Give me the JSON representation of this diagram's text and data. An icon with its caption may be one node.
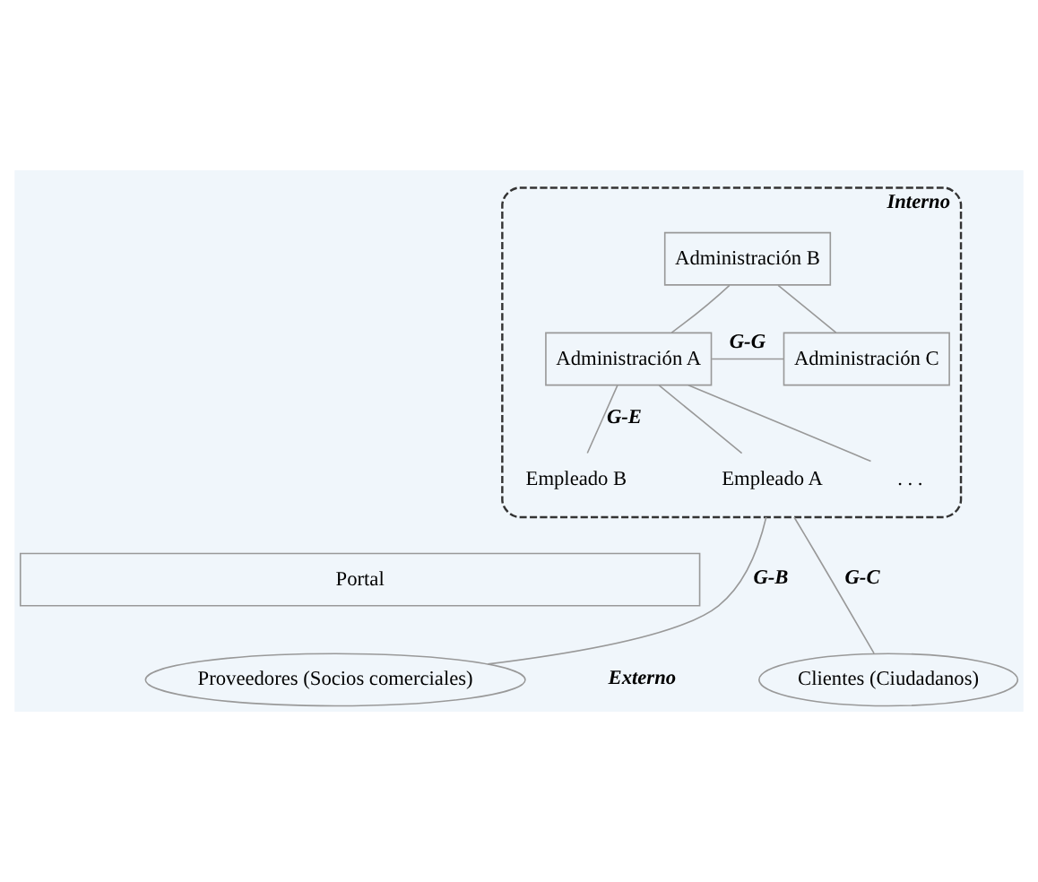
{
  "diagram": {
    "nodes": [
      {
        "text": [
          "Interno"
        ]
      },
      {
        "text": [
          "Administración B"
        ],
        "in": 0
      },
      {
        "text": [
          "Administración A"
        ],
        "in": 0
      },
      {
        "text": [
          "Administración C"
        ],
        "in": 0
      },
      {
        "text": [
          "Empleado A"
        ],
        "in": 0
      },
      {
        "text": [
          "Empleado B"
        ],
        "in": 0
      },
      {
        "text": [
          ". . ."
        ],
        "in": 0
      },
      {
        "text": [
          "Portal"
        ]
      },
      {
        "text": [
          "Proveedores (Socios comerciales)"
        ]
      },
      {
        "text": [
          "Clientes (Ciudadanos)"
        ]
      }
    ],
    "edges": [
      {
        "from": 2,
        "to": 1,
        "arrow": "none"
      },
      {
        "from": 1,
        "to": 3,
        "arrow": "none"
      },
      {
        "from": 2,
        "to": 3,
        "arrow": "none",
        "label": "G-G"
      },
      {
        "from": 2,
        "to": 4,
        "arrow": "none"
      },
      {
        "from": 2,
        "to": 5,
        "arrow": "none",
        "label": "G-E"
      },
      {
        "from": 2,
        "to": 6,
        "arrow": "none"
      },
      {
        "from": 0,
        "to": 8,
        "arrow": "none",
        "label": "G-B"
      },
      {
        "from": 0,
        "to": 9,
        "arrow": "none",
        "label": "G-C"
      }
    ],
    "labels": [
      "Externo"
    ]
  }
}
